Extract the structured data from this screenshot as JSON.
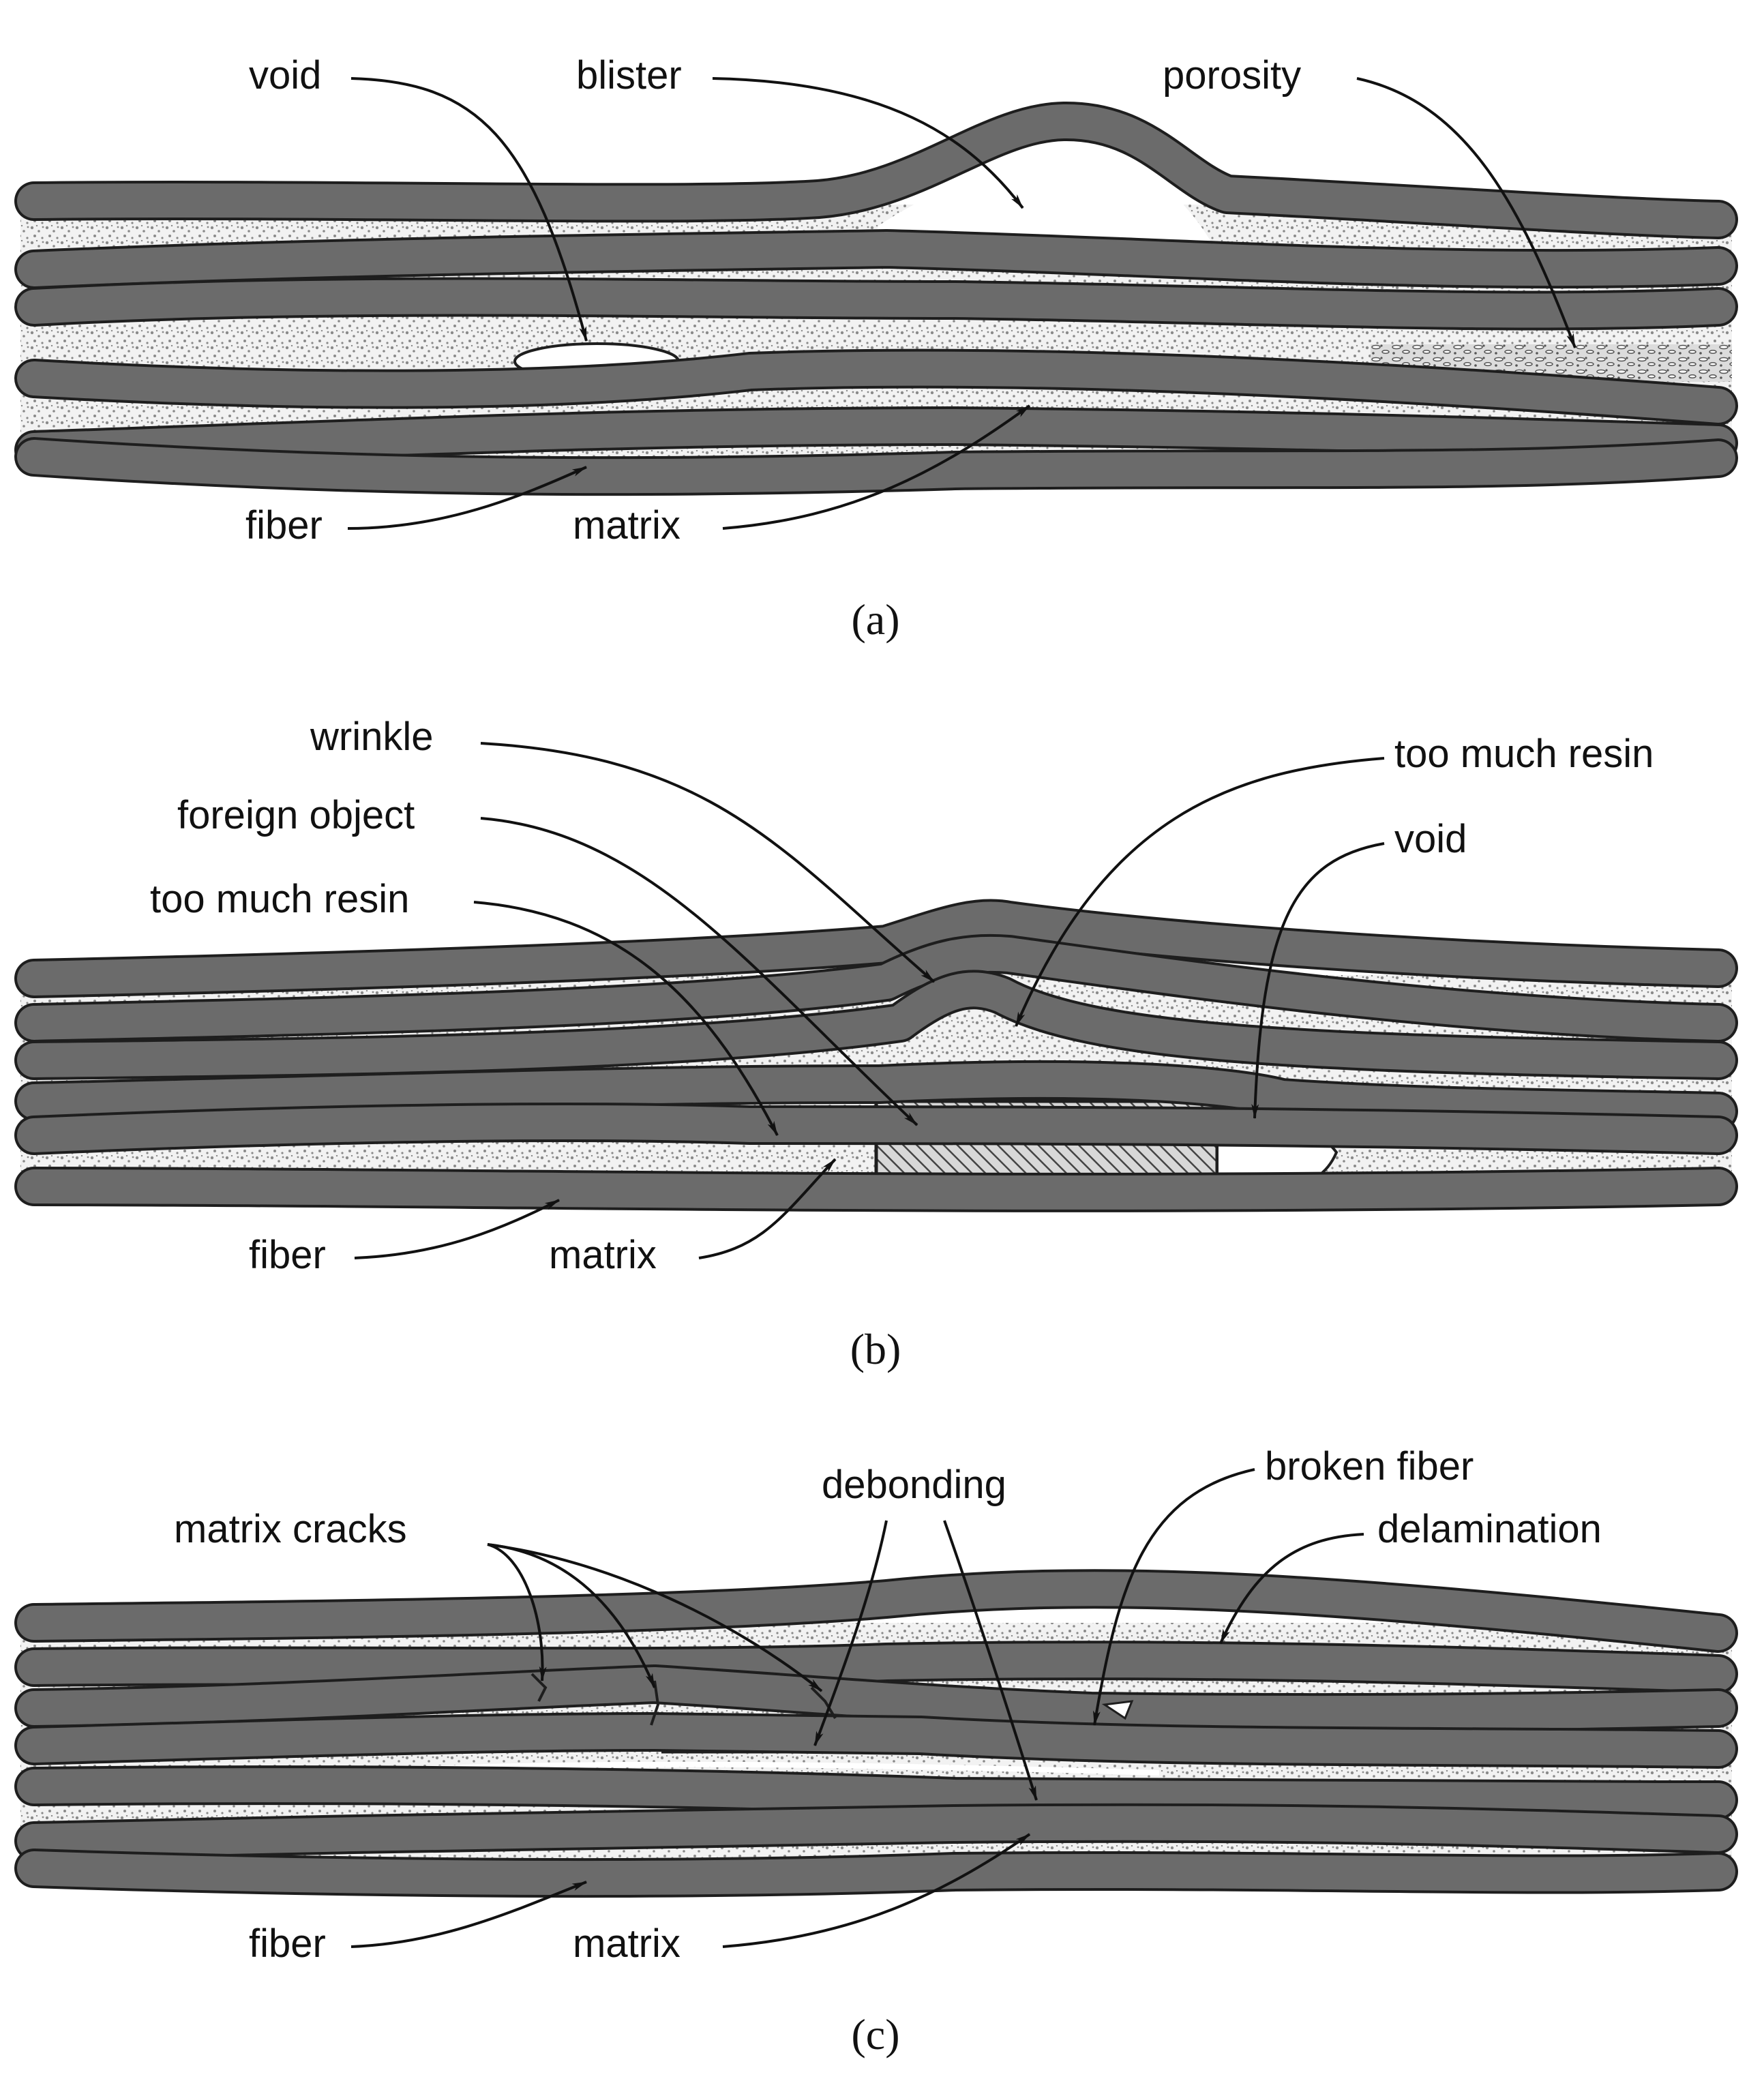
{
  "colors": {
    "fiber": "#6b6b6b",
    "fiber_edge": "#1e1e1e",
    "matrix": "#f2f2f2",
    "matrix_dots": "#8a8a8a",
    "hatch": "#444444"
  },
  "panel_a": {
    "caption": "(a)",
    "labels": {
      "void": "void",
      "blister": "blister",
      "porosity": "porosity",
      "fiber": "fiber",
      "matrix": "matrix"
    }
  },
  "panel_b": {
    "caption": "(b)",
    "labels": {
      "wrinkle": "wrinkle",
      "foreign_object": "foreign object",
      "too_much_resin_left": "too much resin",
      "too_much_resin_right": "too much resin",
      "void": "void",
      "fiber": "fiber",
      "matrix": "matrix"
    }
  },
  "panel_c": {
    "caption": "(c)",
    "labels": {
      "matrix_cracks": "matrix cracks",
      "debonding": "debonding",
      "broken_fiber": "broken fiber",
      "delamination": "delamination",
      "fiber": "fiber",
      "matrix": "matrix"
    }
  }
}
